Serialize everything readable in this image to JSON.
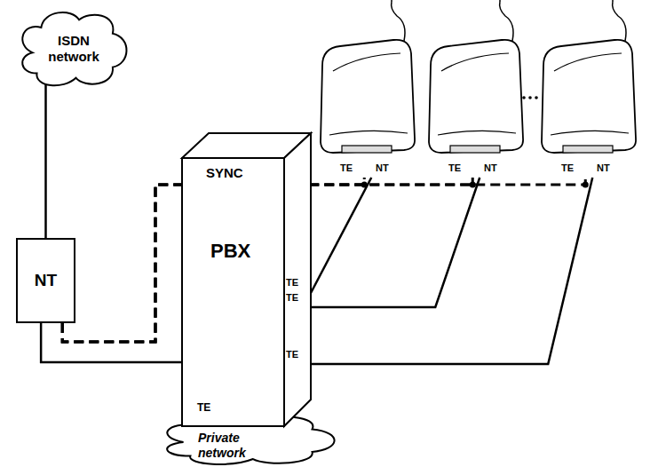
{
  "diagram": {
    "nodes": [
      {
        "text": [
          "ISDN network"
        ]
      },
      {
        "text": [
          "NT"
        ]
      },
      {
        "text": [
          "PBX"
        ]
      },
      {
        "text": [
          "TE",
          "NT"
        ]
      },
      {
        "text": [
          "TE",
          "NT"
        ]
      },
      {
        "text": [
          "TE",
          "NT"
        ]
      },
      {
        "text": [
          "Private network"
        ]
      }
    ],
    "edges": [
      {
        "from": 0,
        "to": 1,
        "arrow": "none"
      },
      {
        "from": 1,
        "to": 2,
        "arrow": "none"
      },
      {
        "from": 2,
        "to": 3,
        "arrow": "none"
      },
      {
        "from": 2,
        "to": 4,
        "arrow": "none"
      },
      {
        "from": 2,
        "to": 5,
        "arrow": "none"
      },
      {
        "from": 1,
        "to": 3,
        "arrow": "none"
      },
      {
        "from": 1,
        "to": 4,
        "arrow": "none"
      },
      {
        "from": 1,
        "to": 5,
        "arrow": "none"
      }
    ],
    "labels": [
      "SYNC",
      "TE",
      "TE",
      "TE",
      "TE"
    ]
  }
}
